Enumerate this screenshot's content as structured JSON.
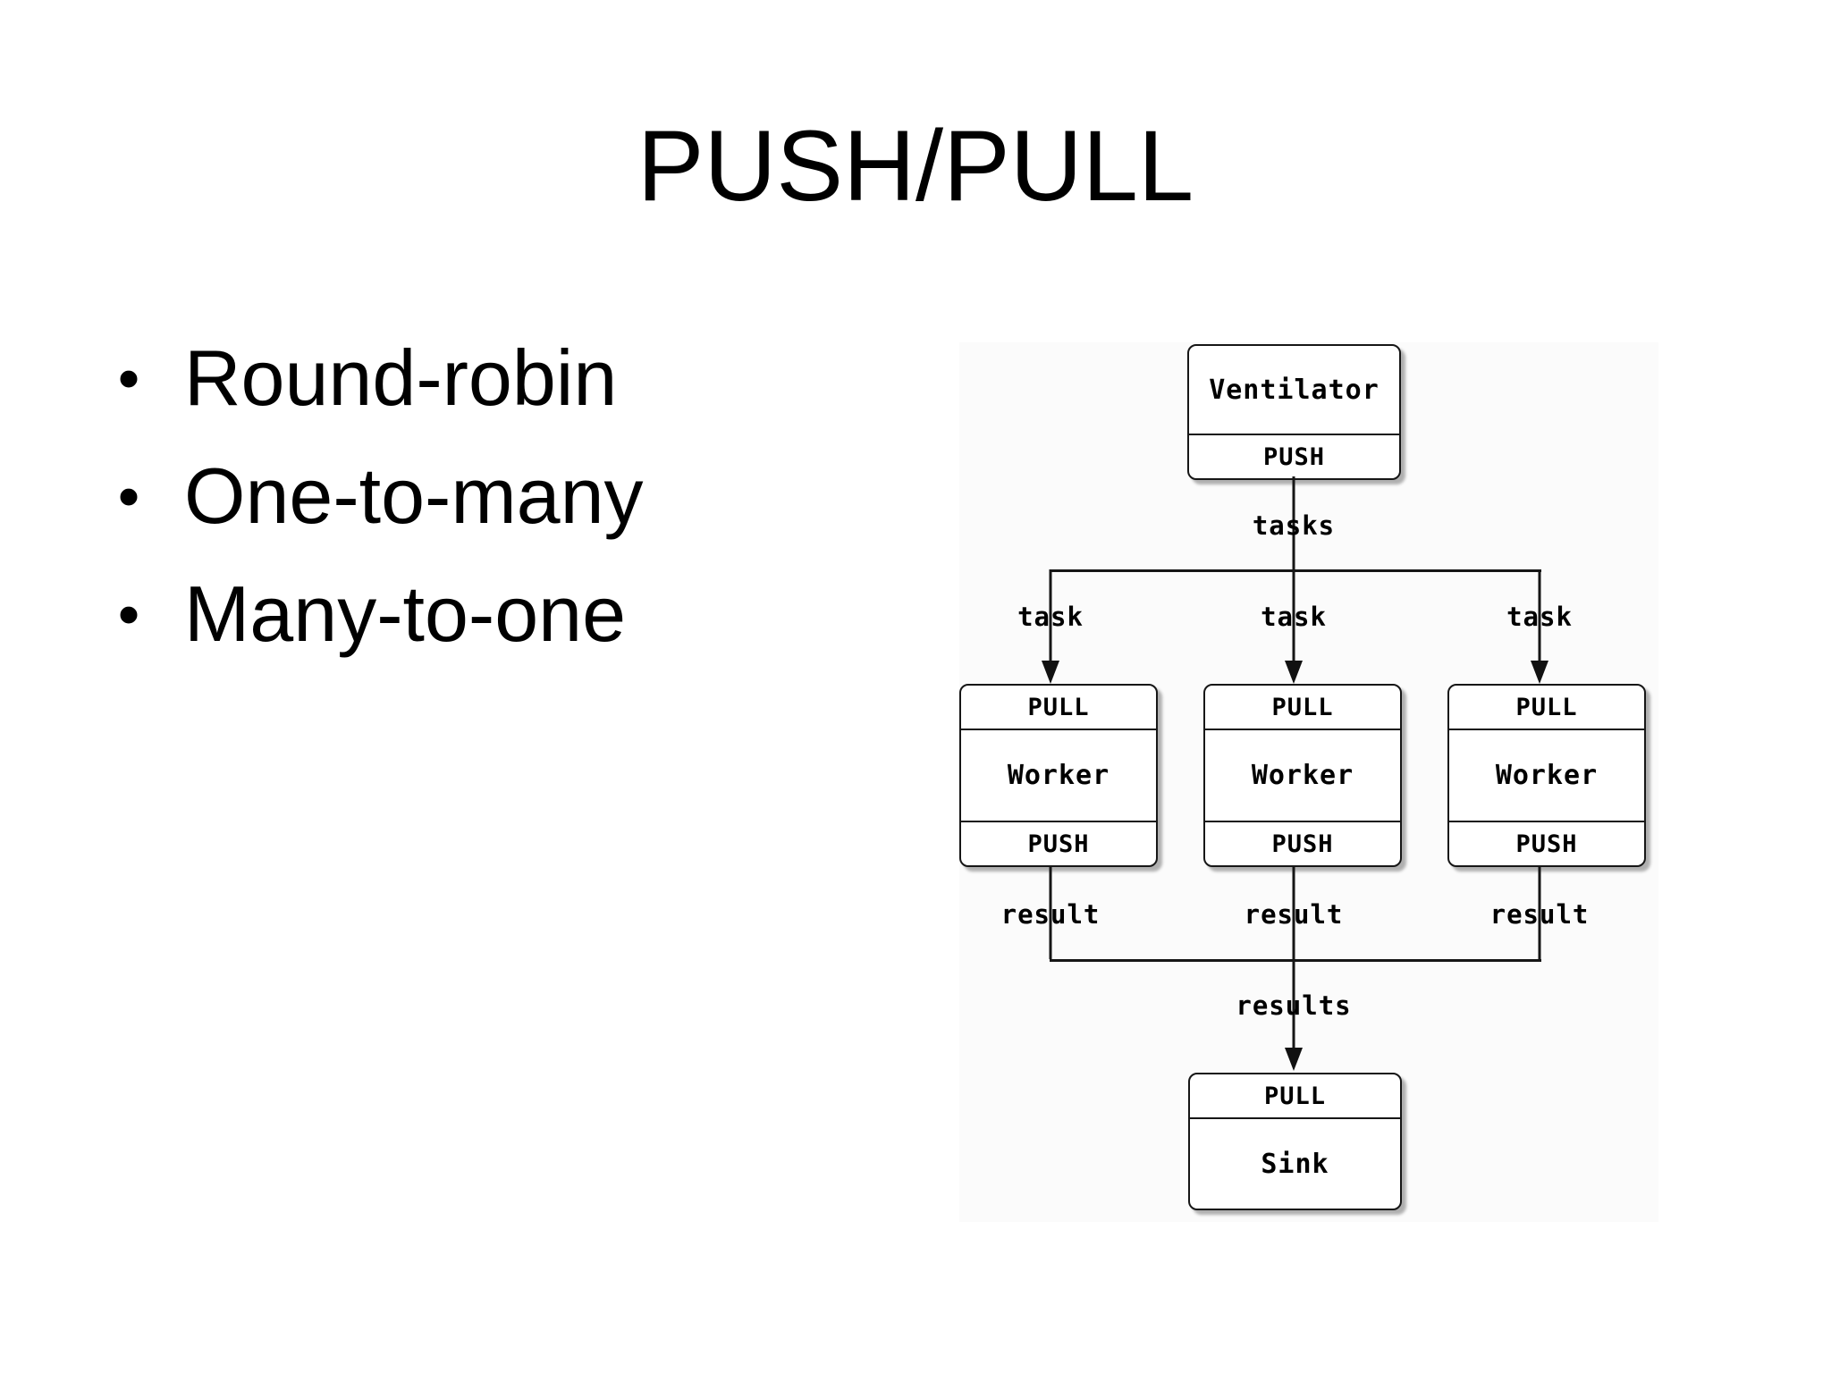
{
  "slide": {
    "title": "PUSH/PULL",
    "bullet_marker": "•",
    "bullets": [
      {
        "label": "Round-robin"
      },
      {
        "label": "One-to-many"
      },
      {
        "label": "Many-to-one"
      }
    ]
  },
  "diagram": {
    "ventilator": {
      "title": "Ventilator",
      "socket": "PUSH"
    },
    "workers": [
      {
        "top_socket": "PULL",
        "title": "Worker",
        "bottom_socket": "PUSH"
      },
      {
        "top_socket": "PULL",
        "title": "Worker",
        "bottom_socket": "PUSH"
      },
      {
        "top_socket": "PULL",
        "title": "Worker",
        "bottom_socket": "PUSH"
      }
    ],
    "sink": {
      "top_socket": "PULL",
      "title": "Sink"
    },
    "edge_labels": {
      "tasks": "tasks",
      "task_left": "task",
      "task_center": "task",
      "task_right": "task",
      "result_left": "result",
      "result_center": "result",
      "result_right": "result",
      "results": "results"
    },
    "colors": {
      "line": "#161616",
      "diagram_background": "#fbfbfb",
      "node_fill": "#ffffff",
      "text": "#000000"
    }
  }
}
